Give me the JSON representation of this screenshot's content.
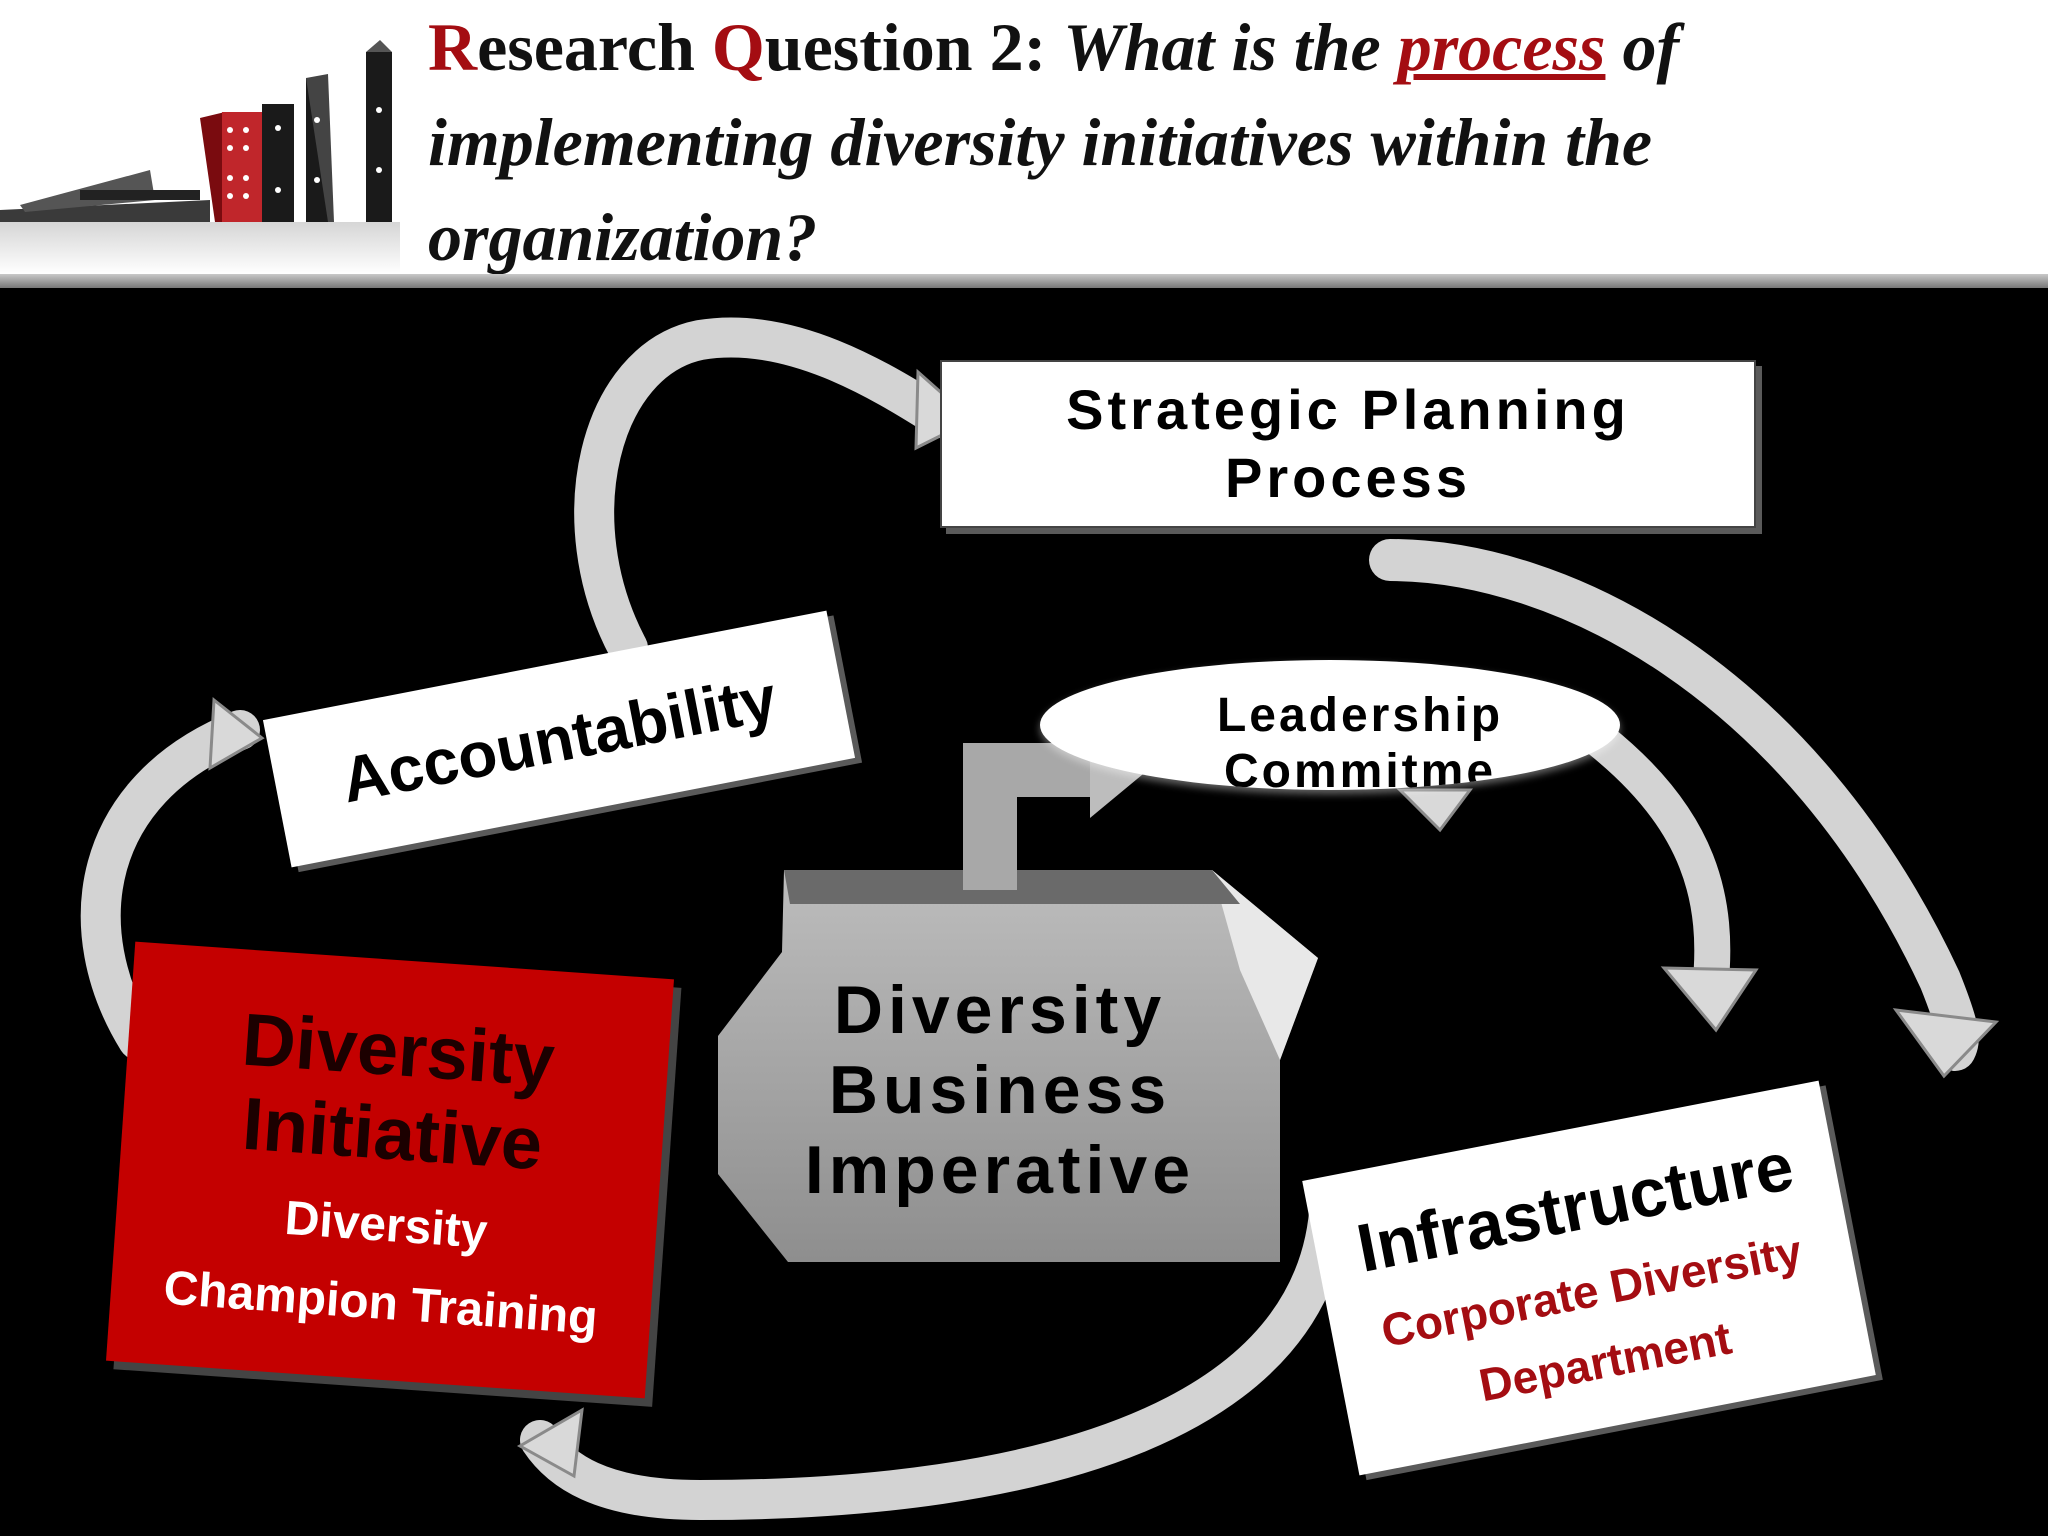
{
  "header": {
    "title_r": "R",
    "title_esearch": "esearch ",
    "title_q": "Q",
    "title_uestion": "uestion 2: ",
    "title_question_pre": "What is the ",
    "title_process": "process",
    "title_question_post": " of implementing diversity initiatives within the organization?"
  },
  "diagram": {
    "strategic_planning": {
      "line1": "Strategic Planning",
      "line2": "Process"
    },
    "accountability": "Accountability",
    "leadership": {
      "line1": "Leadership",
      "line2": "Commitme"
    },
    "business_imperative": {
      "line1": "Diversity",
      "line2": "Business",
      "line3": "Imperative"
    },
    "diversity_initiative": {
      "line1": "Diversity",
      "line2": "Initiative",
      "sub1": "Diversity",
      "sub2": "Champion Training"
    },
    "infrastructure": {
      "title": "Infrastructure",
      "sub1": "Corporate Diversity",
      "sub2": "Department"
    }
  },
  "colors": {
    "accent_red": "#a40d12",
    "box_red": "#c40000",
    "background": "#000000"
  },
  "icons": [
    "domino-logo",
    "cycle-arrow",
    "bent-arrow"
  ]
}
